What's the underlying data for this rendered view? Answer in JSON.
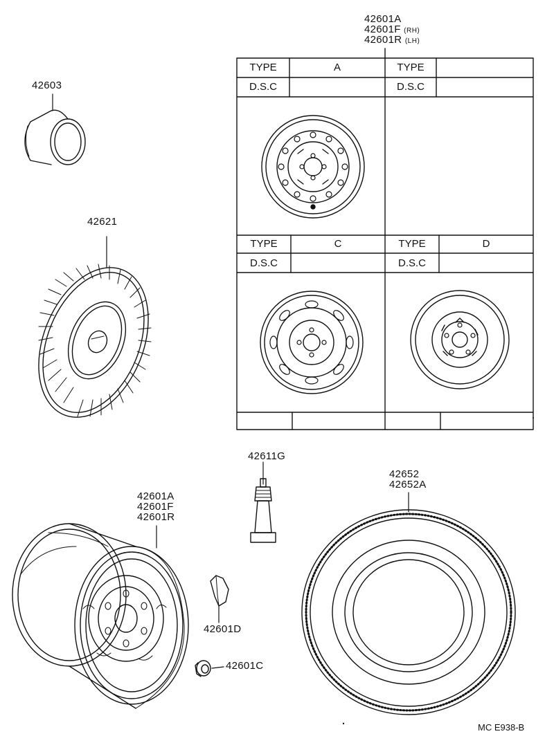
{
  "callouts": {
    "cap": "42603",
    "wheel_cover": "42621",
    "valve": "42611G",
    "wheel": [
      "42601A",
      "42601F",
      "42601R"
    ],
    "balance_weight": "42601D",
    "hub_nut": "42601C",
    "tire": [
      "42652",
      "42652A"
    ]
  },
  "type_table": {
    "header_parts": [
      {
        "number": "42601A",
        "side": ""
      },
      {
        "number": "42601F",
        "side": "(RH)"
      },
      {
        "number": "42601R",
        "side": "(LH)"
      }
    ],
    "type_label": "TYPE",
    "dsc_label": "D.S.C",
    "types": [
      "A",
      "",
      "C",
      "D"
    ]
  },
  "footer_code": "MC  E938-B"
}
